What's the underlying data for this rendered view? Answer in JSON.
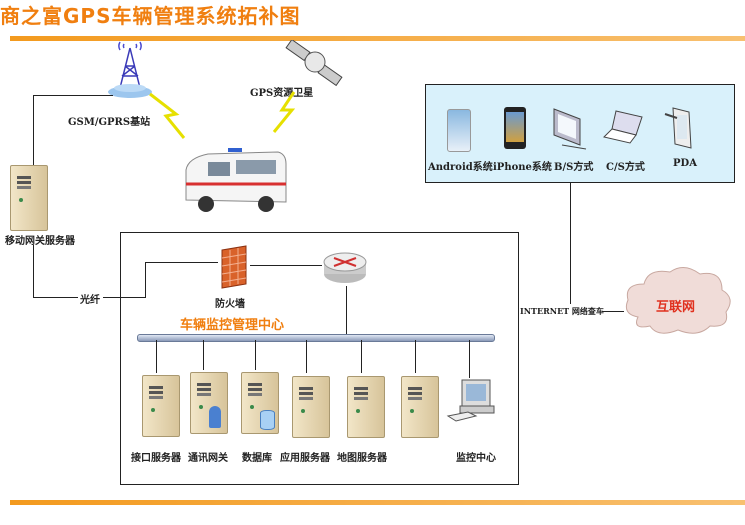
{
  "title": "商之富GPS车辆管理系统拓补图",
  "nodes": {
    "tower": "GSM/GPRS基站",
    "satellite": "GPS资源卫星",
    "mobile_gateway": "移动网关服务器",
    "fiber": "光纤",
    "firewall": "防火墙",
    "center": "车辆监控管理中心",
    "internet_link": "INTERNET 网络查车",
    "cloud": "互联网"
  },
  "clients": [
    "Android系统",
    "iPhone系统",
    "B/S方式",
    "C/S方式",
    "PDA"
  ],
  "servers": [
    "接口服务器",
    "通讯网关",
    "数据库",
    "应用服务器",
    "地图服务器",
    "",
    "监控中心"
  ],
  "colors": {
    "accent": "#f07f10",
    "client_panel": "#d9f1fb",
    "cloud_text": "#e0301e"
  }
}
